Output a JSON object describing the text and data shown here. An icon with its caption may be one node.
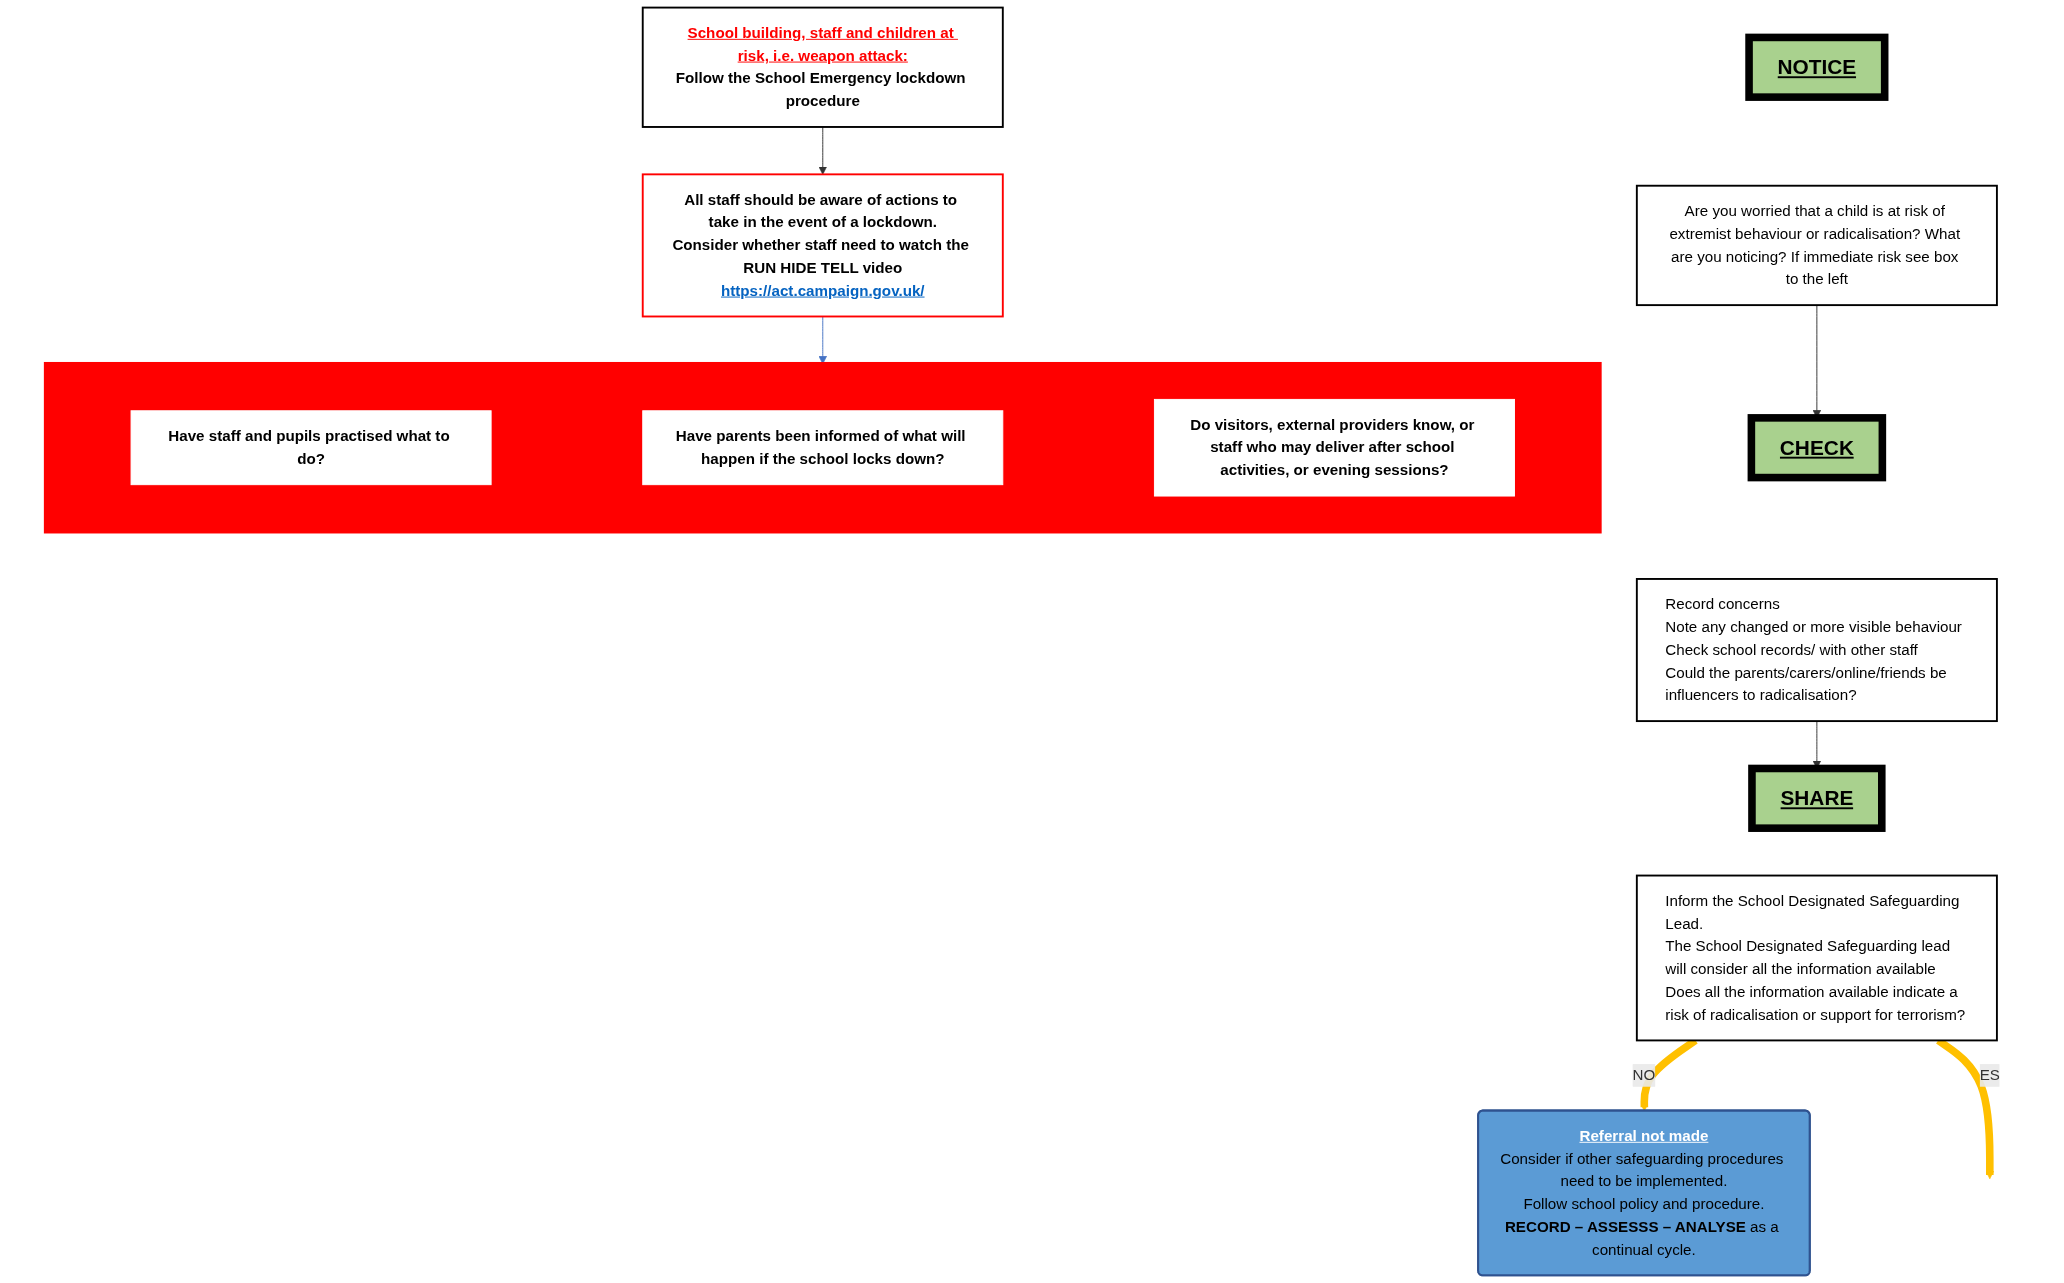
{
  "diagram": {
    "nodes": [
      {
        "text": [
          "NOTICE"
        ]
      },
      {
        "text": [
          "Are you worried that a child is at risk of extremist behaviour or radicalisation? What are you noticing? If immediate risk see box to the left"
        ]
      },
      {
        "text": [
          "CHECK"
        ]
      },
      {
        "text": [
          "Record concerns",
          "Note any changed or more visible behaviour",
          "Check school records/ with other staff",
          "Could the parents/carers/online/friends be influencers to radicalisation?"
        ]
      },
      {
        "text": [
          "SHARE"
        ]
      },
      {
        "text": [
          "Inform the School Designated Safeguarding Lead.",
          "The School Designated Safeguarding lead will consider all the information available",
          "Does all the information available indicate a risk of radicalisation or support for terrorism?"
        ]
      },
      {
        "text": [
          "School building, staff and children at risk, i.e. weapon attack:",
          "Follow the School Emergency lockdown procedure"
        ]
      },
      {
        "text": [
          "All staff should be aware of actions to take in the event of a lockdown.",
          "Consider whether staff need to watch the RUN HIDE TELL video",
          "https://act.campaign.gov.uk/"
        ]
      },
      {
        "text": [],
        "shape": "box"
      },
      {
        "text": [
          "Have staff and pupils practised what to do?"
        ],
        "in": 8
      },
      {
        "text": [
          "Have parents been informed of what will happen if the school locks down?"
        ],
        "in": 8
      },
      {
        "text": [
          "Do visitors, external providers know, or staff who may deliver after school activities, or evening sessions?"
        ],
        "in": 8
      },
      {
        "text": [
          "Referral not made",
          "Consider if other safeguarding procedures need to be implemented.",
          "Follow school policy and procedure.",
          "**RECORD – ASSESSS – ANALYSE** as a continual cycle."
        ]
      }
    ],
    "edges": [
      {
        "from": 1,
        "to": 2,
        "arrow": "to"
      },
      {
        "from": 3,
        "to": 4,
        "arrow": "to"
      },
      {
        "from": 5,
        "to": 12,
        "arrow": "to",
        "label": "NO",
        "style": "thick",
        "color": "#ffc000"
      },
      {
        "from": 5,
        "to": null,
        "arrow": "to",
        "label": "ES",
        "style": "thick",
        "color": "#ffc000"
      },
      {
        "from": 6,
        "to": 7,
        "arrow": "to"
      },
      {
        "from": 7,
        "to": 8,
        "arrow": "to",
        "color": "#4472c4"
      }
    ]
  }
}
